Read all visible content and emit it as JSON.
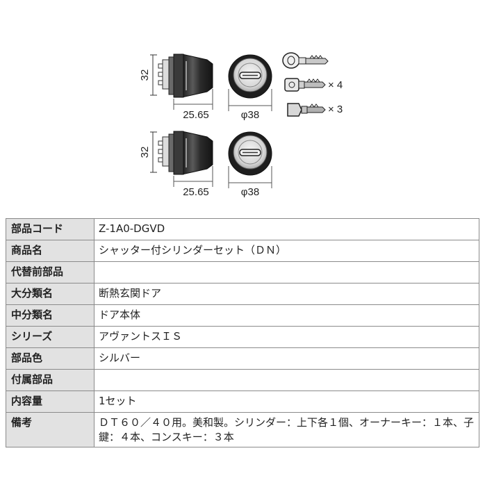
{
  "drawing": {
    "dimensions": {
      "height_top": "32",
      "length_top": "25.65",
      "diameter_top": "φ38",
      "height_bottom": "32",
      "length_bottom": "25.65",
      "diameter_bottom": "φ38"
    },
    "keys": {
      "child_key_qty": "× 4",
      "construction_key_qty": "× 3"
    }
  },
  "spec_table": {
    "rows": [
      {
        "label": "部品コード",
        "value": "Z-1A0-DGVD"
      },
      {
        "label": "商品名",
        "value": "シャッター付シリンダーセット（ＤＮ）"
      },
      {
        "label": "代替前部品",
        "value": ""
      },
      {
        "label": "大分類名",
        "value": "断熱玄関ドア"
      },
      {
        "label": "中分類名",
        "value": "ドア本体"
      },
      {
        "label": "シリーズ",
        "value": "アヴァントスＩＳ"
      },
      {
        "label": "部品色",
        "value": "シルバー"
      },
      {
        "label": "付属部品",
        "value": ""
      },
      {
        "label": "内容量",
        "value": "1セット"
      },
      {
        "label": "備考",
        "value": "ＤＴ６０／４０用。美和製。シリンダー：上下各１個、オーナーキー：１本、子鍵：４本、コンスキー：３本"
      }
    ]
  }
}
